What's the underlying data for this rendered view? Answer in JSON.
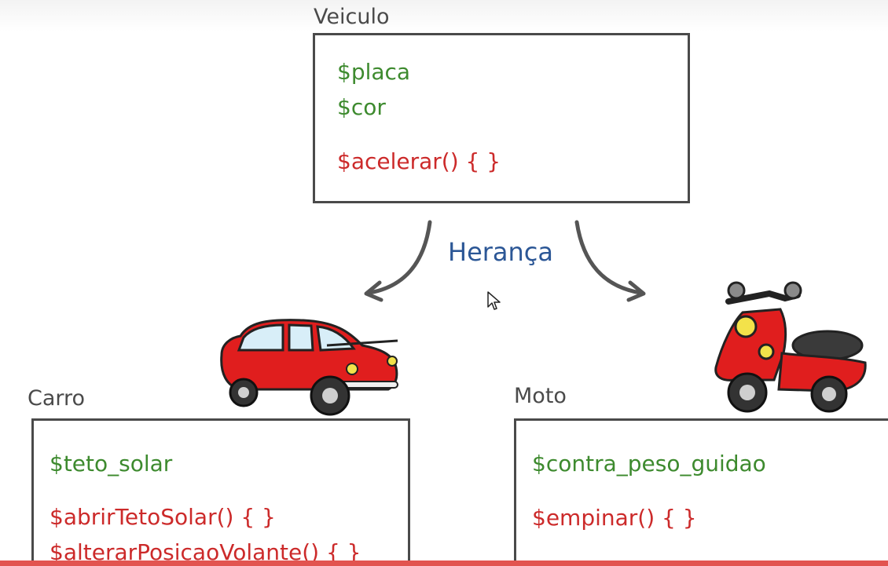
{
  "diagram": {
    "inheritance_label": "Herança",
    "colors": {
      "attribute": "#3d8a2e",
      "method": "#cc2a2a",
      "label": "#2c5796",
      "border": "#4a4a4a",
      "accent_bar": "#e25450"
    },
    "classes": {
      "veiculo": {
        "name": "Veiculo",
        "attributes": [
          "$placa",
          "$cor"
        ],
        "methods": [
          "$acelerar() { }"
        ]
      },
      "carro": {
        "name": "Carro",
        "attributes": [
          "$teto_solar"
        ],
        "methods": [
          "$abrirTetoSolar() { }",
          "$alterarPosicaoVolante() { }"
        ]
      },
      "moto": {
        "name": "Moto",
        "attributes": [
          "$contra_peso_guidao"
        ],
        "methods": [
          "$empinar() { }"
        ]
      }
    },
    "icons": [
      "car-illustration-icon",
      "scooter-illustration-icon",
      "mouse-cursor-icon"
    ]
  }
}
